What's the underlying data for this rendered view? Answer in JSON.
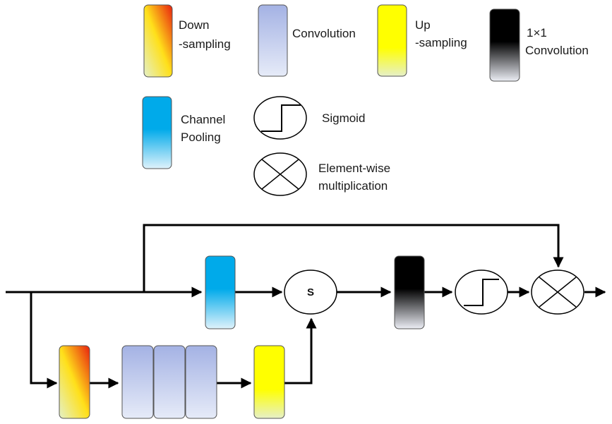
{
  "legend": {
    "downsampling": {
      "line1": "Down",
      "line2": "-sampling"
    },
    "convolution": {
      "label": "Convolution"
    },
    "upsampling": {
      "line1": "Up",
      "line2": "-sampling"
    },
    "conv1x1": {
      "line1": "1×1",
      "line2": "Convolution"
    },
    "channel_pooling": {
      "line1": "Channel",
      "line2": "Pooling"
    },
    "sigmoid": {
      "label": "Sigmoid"
    },
    "elementwise": {
      "line1": "Element-wise",
      "line2": "multiplication"
    }
  },
  "diagram": {
    "sum_node": {
      "label": "S"
    }
  },
  "colors": {
    "down_top": "#e8200f",
    "down_mid": "#ffe01a",
    "down_bottom": "#e4f0c8",
    "conv_top": "#a4b2e4",
    "conv_bottom": "#e6ebf8",
    "up_top": "#ffff00",
    "up_bottom": "#e6f0c8",
    "pool_top": "#00aaea",
    "pool_bottom": "#dff2fb",
    "c1_top": "#000000",
    "c1_bottom": "#eceef5",
    "stroke": "#000000"
  },
  "icons": [
    "sigmoid-icon",
    "multiply-icon",
    "arrow-icon"
  ]
}
